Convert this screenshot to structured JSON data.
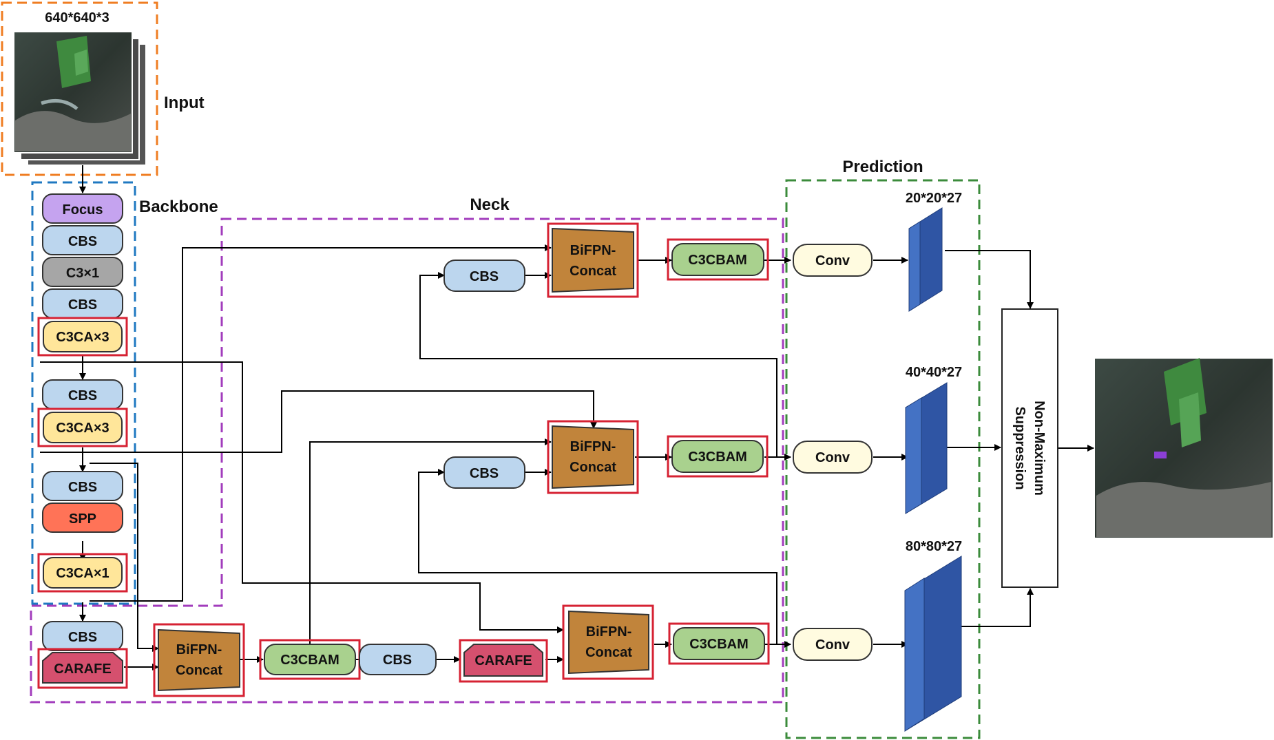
{
  "input": {
    "size": "640*640*3",
    "label": "Input"
  },
  "sections": {
    "backbone": "Backbone",
    "neck": "Neck",
    "prediction": "Prediction"
  },
  "backbone": {
    "focus": "Focus",
    "cbs1": "CBS",
    "c3x1": "C3×1",
    "cbs2": "CBS",
    "c3ca3a": "C3CA×3",
    "cbs3": "CBS",
    "c3ca3b": "C3CA×3",
    "cbs4": "CBS",
    "spp": "SPP",
    "c3ca1": "C3CA×1"
  },
  "neck": {
    "bifpn_line1": "BiFPN-",
    "bifpn_line2": "Concat",
    "c3cbam": "C3CBAM",
    "cbs": "CBS",
    "carafe": "CARAFE"
  },
  "prediction": {
    "conv": "Conv",
    "out_top": "20*20*27",
    "out_mid": "40*40*27",
    "out_bot": "80*80*27",
    "nms_line1": "Non-Maximum",
    "nms_line2": "Suppression"
  },
  "colors": {
    "focus": "#c5a3ef",
    "cbs": "#bcd6ee",
    "c3": "#a6a6a6",
    "c3ca": "#ffe69a",
    "spp": "#ff7357",
    "carafe": "#d5506e",
    "bifpn": "#c1843b",
    "c3cbam": "#a9d18e",
    "conv": "#fffbe0",
    "tensor_front": "#4472c4",
    "tensor_side": "#2f55a4",
    "tensor_top": "#8eaadb",
    "highlight": "#d62233",
    "input_frame": "#ef7d22",
    "backbone_frame": "#1f78c1",
    "neck_frame": "#a23cbc",
    "prediction_frame": "#3b8b3b"
  }
}
